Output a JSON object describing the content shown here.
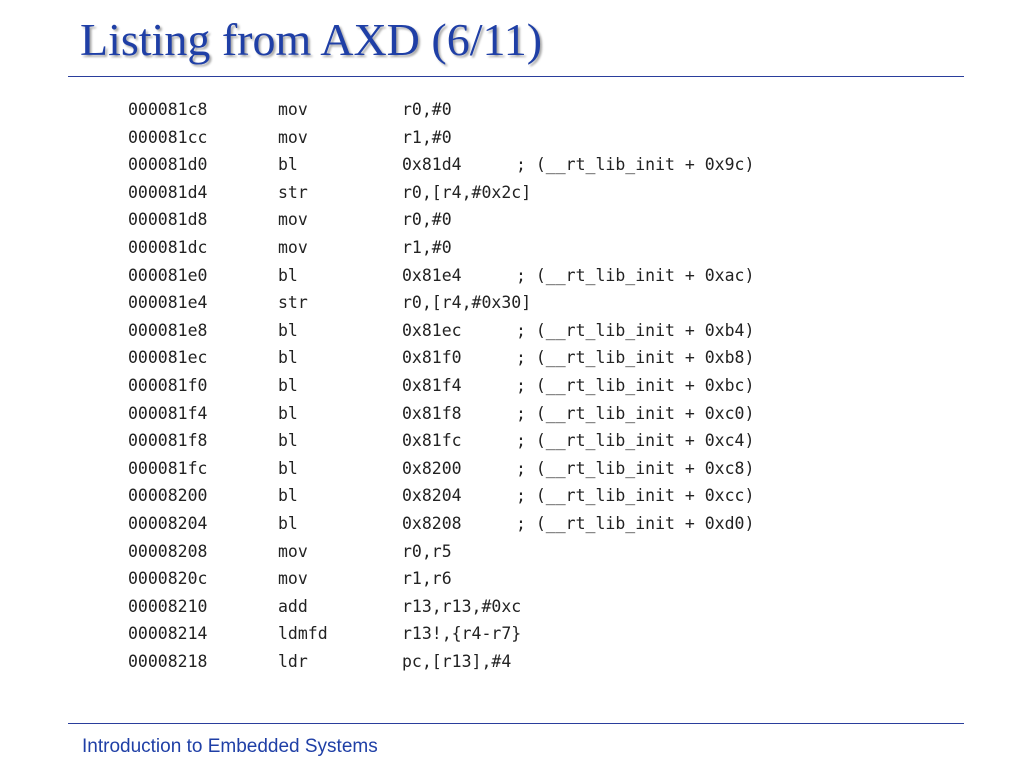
{
  "slide": {
    "title": "Listing from AXD (6/11)",
    "footer": "Introduction to Embedded Systems"
  },
  "listing": {
    "rows": [
      {
        "addr": "000081c8",
        "op": "mov",
        "operands": "r0,#0",
        "comment": ""
      },
      {
        "addr": "000081cc",
        "op": "mov",
        "operands": "r1,#0",
        "comment": ""
      },
      {
        "addr": "000081d0",
        "op": "bl",
        "operands": "0x81d4",
        "comment": "; (__rt_lib_init + 0x9c)"
      },
      {
        "addr": "000081d4",
        "op": "str",
        "operands": "r0,[r4,#0x2c]",
        "comment": ""
      },
      {
        "addr": "000081d8",
        "op": "mov",
        "operands": "r0,#0",
        "comment": ""
      },
      {
        "addr": "000081dc",
        "op": "mov",
        "operands": "r1,#0",
        "comment": ""
      },
      {
        "addr": "000081e0",
        "op": "bl",
        "operands": "0x81e4",
        "comment": "; (__rt_lib_init + 0xac)"
      },
      {
        "addr": "000081e4",
        "op": "str",
        "operands": "r0,[r4,#0x30]",
        "comment": ""
      },
      {
        "addr": "000081e8",
        "op": "bl",
        "operands": "0x81ec",
        "comment": "; (__rt_lib_init + 0xb4)"
      },
      {
        "addr": "000081ec",
        "op": "bl",
        "operands": "0x81f0",
        "comment": "; (__rt_lib_init + 0xb8)"
      },
      {
        "addr": "000081f0",
        "op": "bl",
        "operands": "0x81f4",
        "comment": "; (__rt_lib_init + 0xbc)"
      },
      {
        "addr": "000081f4",
        "op": "bl",
        "operands": "0x81f8",
        "comment": "; (__rt_lib_init + 0xc0)"
      },
      {
        "addr": "000081f8",
        "op": "bl",
        "operands": "0x81fc",
        "comment": "; (__rt_lib_init + 0xc4)"
      },
      {
        "addr": "000081fc",
        "op": "bl",
        "operands": "0x8200",
        "comment": "; (__rt_lib_init + 0xc8)"
      },
      {
        "addr": "00008200",
        "op": "bl",
        "operands": "0x8204",
        "comment": "; (__rt_lib_init + 0xcc)"
      },
      {
        "addr": "00008204",
        "op": "bl",
        "operands": "0x8208",
        "comment": "; (__rt_lib_init + 0xd0)"
      },
      {
        "addr": "00008208",
        "op": "mov",
        "operands": "r0,r5",
        "comment": ""
      },
      {
        "addr": "0000820c",
        "op": "mov",
        "operands": "r1,r6",
        "comment": ""
      },
      {
        "addr": "00008210",
        "op": "add",
        "operands": "r13,r13,#0xc",
        "comment": ""
      },
      {
        "addr": "00008214",
        "op": "ldmfd",
        "operands": "r13!,{r4-r7}",
        "comment": ""
      },
      {
        "addr": "00008218",
        "op": "ldr",
        "operands": "pc,[r13],#4",
        "comment": ""
      }
    ]
  }
}
